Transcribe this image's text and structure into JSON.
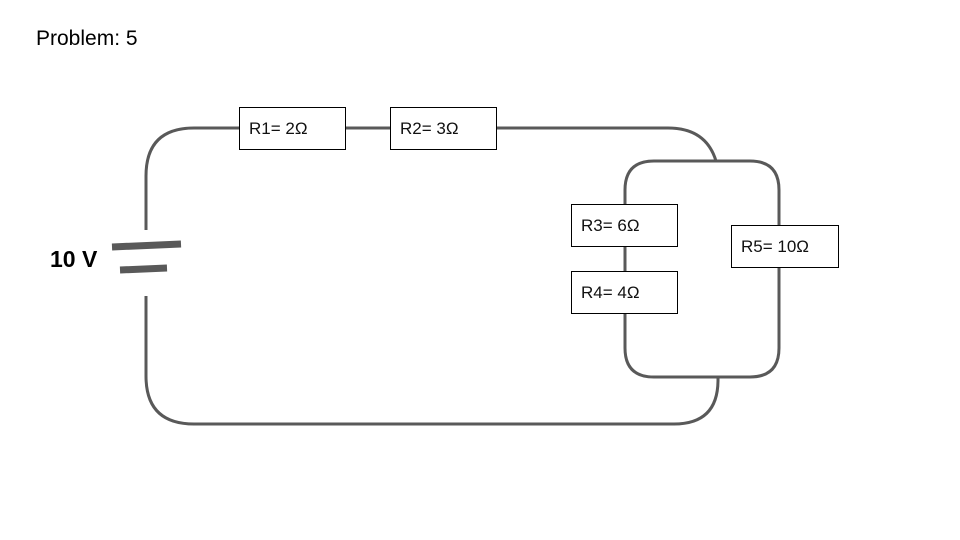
{
  "title": "Problem: 5",
  "source": {
    "label": "10 V",
    "type": "battery",
    "voltage_value": 10,
    "voltage_unit": "V"
  },
  "resistors": [
    {
      "id": "R1",
      "label": "R1= 2Ω",
      "value_ohms": 2,
      "connection": "series"
    },
    {
      "id": "R2",
      "label": "R2= 3Ω",
      "value_ohms": 3,
      "connection": "series"
    },
    {
      "id": "R3",
      "label": "R3= 6Ω",
      "value_ohms": 6,
      "connection": "parallel-branch-left (series with R4)"
    },
    {
      "id": "R4",
      "label": "R4= 4Ω",
      "value_ohms": 4,
      "connection": "parallel-branch-left (series with R3)"
    },
    {
      "id": "R5",
      "label": "R5= 10Ω",
      "value_ohms": 10,
      "connection": "parallel-branch-right"
    }
  ],
  "colors": {
    "wire": "#595959",
    "resistor_border": "#000000",
    "background": "#ffffff"
  }
}
